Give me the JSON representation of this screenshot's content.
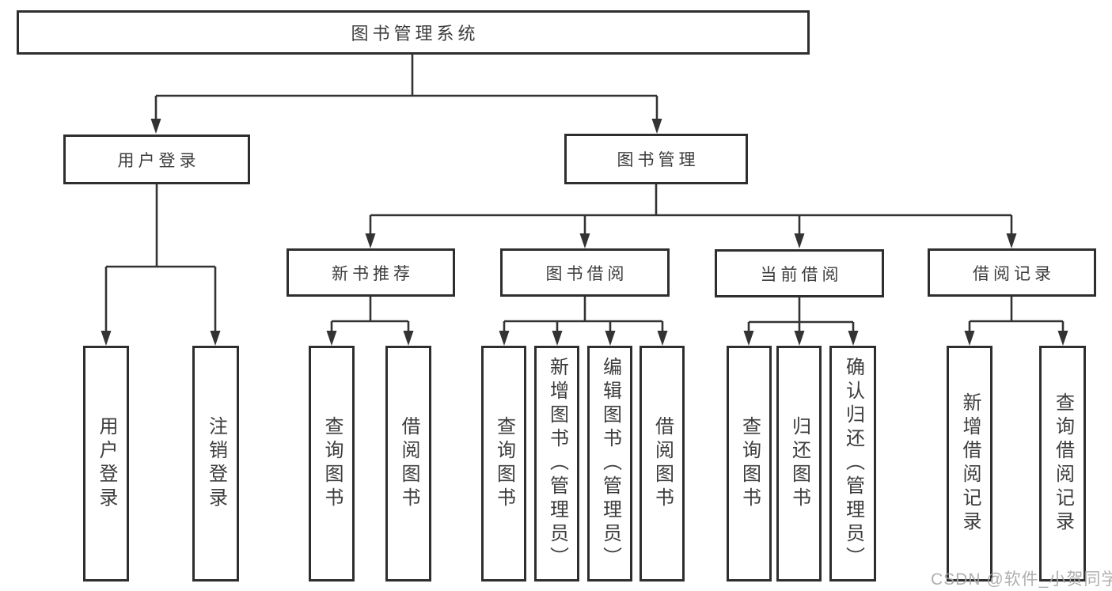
{
  "colors": {
    "background": "#ffffff",
    "line": "#333333",
    "box_border": "#2e2e2e",
    "text": "#3d3d3d",
    "watermark": "#a8a8a8"
  },
  "tree": {
    "root": "图书管理系统",
    "branches": [
      {
        "label": "用户登录",
        "children": [
          {
            "label": "用户登录"
          },
          {
            "label": "注销登录"
          }
        ]
      },
      {
        "label": "图书管理",
        "children": [
          {
            "label": "新书推荐",
            "children": [
              {
                "label": "查询图书"
              },
              {
                "label": "借阅图书"
              }
            ]
          },
          {
            "label": "图书借阅",
            "children": [
              {
                "label": "查询图书"
              },
              {
                "label": "新增图书（管理员）"
              },
              {
                "label": "编辑图书（管理员）"
              },
              {
                "label": "借阅图书"
              }
            ]
          },
          {
            "label": "当前借阅",
            "children": [
              {
                "label": "查询图书"
              },
              {
                "label": "归还图书"
              },
              {
                "label": "确认归还（管理员）"
              }
            ]
          },
          {
            "label": "借阅记录",
            "children": [
              {
                "label": "新增借阅记录"
              },
              {
                "label": "查询借阅记录"
              }
            ]
          }
        ]
      }
    ]
  },
  "watermark": "CSDN @软件_小贺同学"
}
